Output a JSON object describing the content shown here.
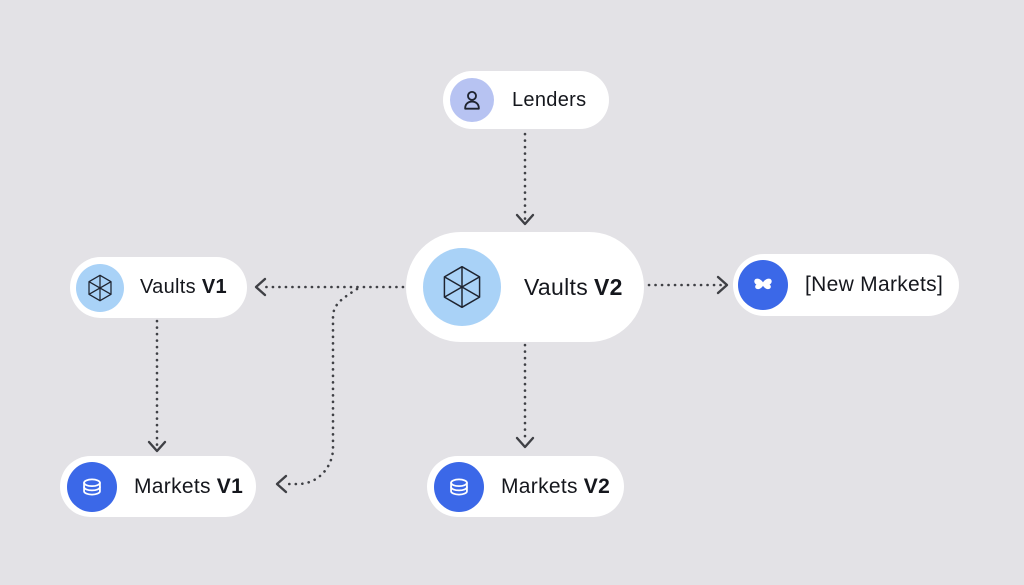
{
  "diagram": {
    "description": "Protocol architecture flow diagram"
  },
  "colors": {
    "background": "#e3e2e6",
    "node_background": "#ffffff",
    "lenders_badge": "#b7c3f2",
    "vaults_badge": "#a9d2f7",
    "markets_badge": "#3b68e8",
    "icon_dark_stroke": "#1f2430",
    "icon_light_stroke": "#ffffff",
    "text": "#15171d",
    "arrow": "#3f4045"
  },
  "nodes": {
    "lenders": {
      "label": "Lenders",
      "label_bold": "",
      "icon": "user-icon"
    },
    "vaults_v2": {
      "label": "Vaults",
      "label_bold": "V2",
      "icon": "hexagon-cube-icon"
    },
    "vaults_v1": {
      "label": "Vaults",
      "label_bold": "V1",
      "icon": "hexagon-cube-icon"
    },
    "new_markets": {
      "label": "[New Markets]",
      "label_bold": "",
      "icon": "butterfly-icon"
    },
    "markets_v1": {
      "label": "Markets",
      "label_bold": "V1",
      "icon": "database-icon"
    },
    "markets_v2": {
      "label": "Markets",
      "label_bold": "V2",
      "icon": "database-icon"
    }
  },
  "edges": [
    {
      "from": "lenders",
      "to": "vaults_v2",
      "style": "dotted-arrow-down"
    },
    {
      "from": "vaults_v2",
      "to": "vaults_v1",
      "style": "dotted-arrow-left"
    },
    {
      "from": "vaults_v2",
      "to": "new_markets",
      "style": "dotted-arrow-right"
    },
    {
      "from": "vaults_v1",
      "to": "markets_v1",
      "style": "dotted-arrow-down"
    },
    {
      "from": "vaults_v2",
      "to": "markets_v2",
      "style": "dotted-arrow-down"
    },
    {
      "from": "vaults_v2",
      "to": "markets_v1",
      "style": "dotted-arrow-curved-left"
    }
  ]
}
